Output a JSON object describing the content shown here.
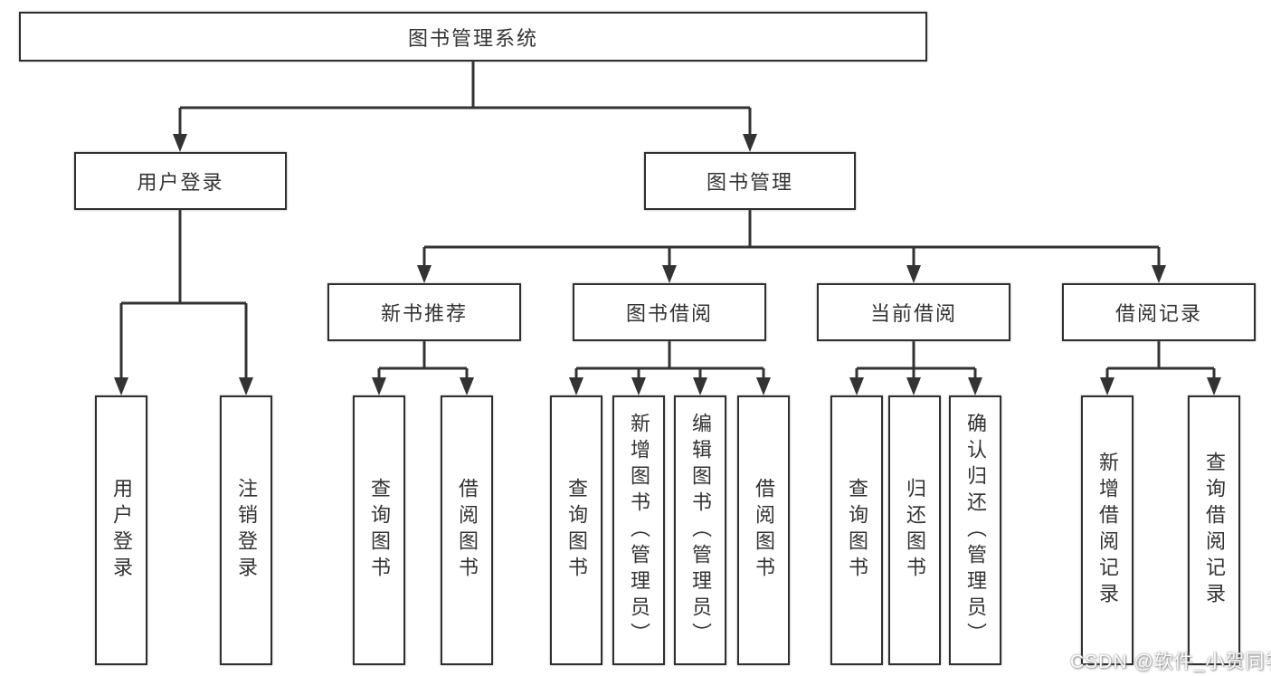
{
  "diagram": {
    "type": "hierarchy-tree",
    "orientation": "top-down",
    "colors": {
      "background": "#ffffff",
      "line": "#333333",
      "box_border": "#2f2f2f",
      "box_fill": "#ffffff",
      "text": "#333333",
      "watermark_text": "#fbfbfb"
    },
    "tree": {
      "label": "图书管理系统",
      "children": [
        {
          "label": "用户登录",
          "children": [
            {
              "label": "用户登录"
            },
            {
              "label": "注销登录"
            }
          ]
        },
        {
          "label": "图书管理",
          "children": [
            {
              "label": "新书推荐",
              "children": [
                {
                  "label": "查询图书"
                },
                {
                  "label": "借阅图书"
                }
              ]
            },
            {
              "label": "图书借阅",
              "children": [
                {
                  "label": "查询图书"
                },
                {
                  "label": "新增图书（管理员）"
                },
                {
                  "label": "编辑图书（管理员）"
                },
                {
                  "label": "借阅图书"
                }
              ]
            },
            {
              "label": "当前借阅",
              "children": [
                {
                  "label": "查询图书"
                },
                {
                  "label": "归还图书"
                },
                {
                  "label": "确认归还（管理员）"
                }
              ]
            },
            {
              "label": "借阅记录",
              "children": [
                {
                  "label": "新增借阅记录"
                },
                {
                  "label": "查询借阅记录"
                }
              ]
            }
          ]
        }
      ]
    },
    "watermark": {
      "text": "CSDN @软件_小贺同学"
    }
  }
}
